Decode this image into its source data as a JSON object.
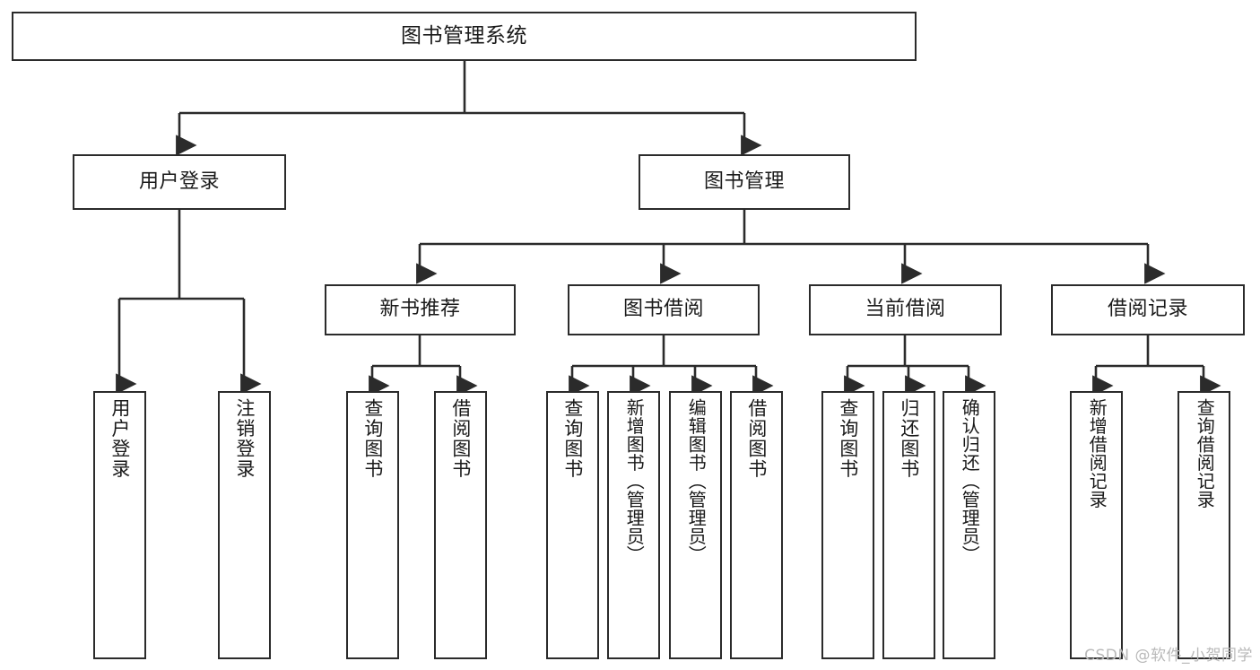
{
  "diagram": {
    "type": "hierarchy-tree",
    "title_node": {
      "label": "图书管理系统"
    },
    "level1": [
      {
        "id": "user-login",
        "label": "用户登录"
      },
      {
        "id": "book-management",
        "label": "图书管理"
      }
    ],
    "level2": [
      {
        "id": "new-book-recommend",
        "label": "新书推荐"
      },
      {
        "id": "book-borrow",
        "label": "图书借阅"
      },
      {
        "id": "current-borrow",
        "label": "当前借阅"
      },
      {
        "id": "borrow-record",
        "label": "借阅记录"
      }
    ],
    "leaves": {
      "user_login": [
        {
          "id": "leaf-user-login",
          "label": "用户登录"
        },
        {
          "id": "leaf-logout-login",
          "label": "注销登录"
        }
      ],
      "new_book_recommend": [
        {
          "id": "leaf-query-book-1",
          "label": "查询图书"
        },
        {
          "id": "leaf-borrow-book-1",
          "label": "借阅图书"
        }
      ],
      "book_borrow": [
        {
          "id": "leaf-query-book-2",
          "label": "查询图书"
        },
        {
          "id": "leaf-add-book",
          "label": "新增图书（管理员）"
        },
        {
          "id": "leaf-edit-book",
          "label": "编辑图书（管理员）"
        },
        {
          "id": "leaf-borrow-book-2",
          "label": "借阅图书"
        }
      ],
      "current_borrow": [
        {
          "id": "leaf-query-book-3",
          "label": "查询图书"
        },
        {
          "id": "leaf-return-book",
          "label": "归还图书"
        },
        {
          "id": "leaf-confirm-return",
          "label": "确认归还（管理员）"
        }
      ],
      "borrow_record": [
        {
          "id": "leaf-add-record",
          "label": "新增借阅记录"
        },
        {
          "id": "leaf-query-record",
          "label": "查询借阅记录"
        }
      ]
    },
    "watermark": "CSDN @软件_小贺同学",
    "colors": {
      "stroke": "#2b2b2b",
      "fill": "#ffffff",
      "text": "#1a1a1a",
      "watermark": "#b9b9b9"
    }
  }
}
